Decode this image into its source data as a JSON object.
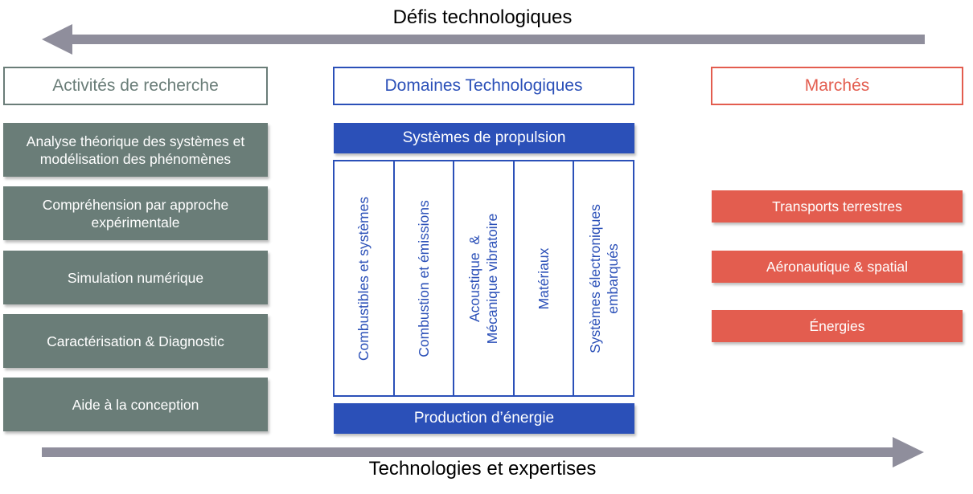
{
  "top_arrow_label": "Défis technologiques",
  "bottom_arrow_label": "Technologies et expertises",
  "headers": {
    "research": "Activités de recherche",
    "domains": "Domaines Technologiques",
    "markets": "Marchés"
  },
  "research_items": [
    "Analyse théorique des systèmes et modélisation des phénomènes",
    "Compréhension par approche expérimentale",
    "Simulation numérique",
    "Caractérisation & Diagnostic",
    "Aide à la conception"
  ],
  "domains": {
    "top_bar": "Systèmes de propulsion",
    "bottom_bar": "Production d’énergie",
    "columns": [
      "Combustibles et systèmes",
      "Combustion et émissions",
      "Acoustique  &\nMécanique vibratoire",
      "Matériaux",
      "Systèmes électroniques\nembarqués"
    ]
  },
  "markets": [
    "Transports terrestres",
    "Aéronautique & spatial",
    "Énergies"
  ],
  "colors": {
    "research": "#6a7d78",
    "domains": "#2b50b8",
    "markets": "#e35d4f",
    "arrows": "#8f8e9c"
  }
}
